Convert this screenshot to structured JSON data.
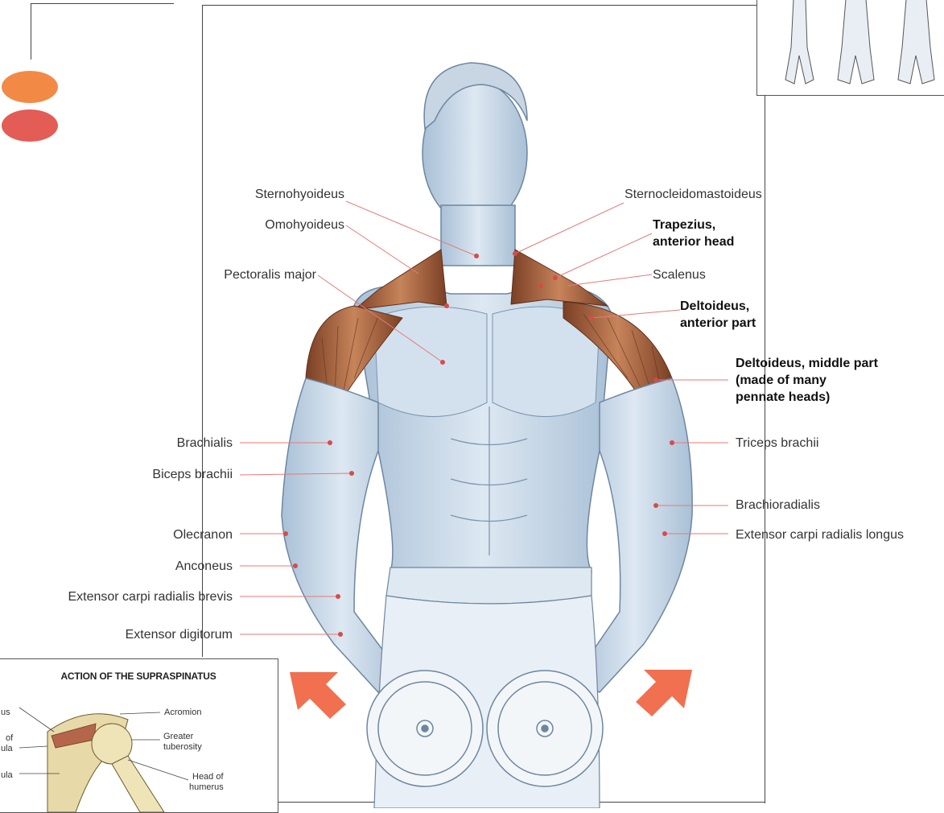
{
  "markers": {
    "top_color": "#f28a46",
    "bottom_color": "#e35c55"
  },
  "labels_left": [
    "Sternohyoideus",
    "Omohyoideus",
    "Pectoralis major",
    "Brachialis",
    "Biceps brachii",
    "Olecranon",
    "Anconeus",
    "Extensor carpi radialis brevis",
    "Extensor digitorum"
  ],
  "labels_right": [
    "Sternocleidomastoideus",
    "Trapezius,",
    "anterior head",
    "Scalenus",
    "Deltoideus,",
    "anterior part",
    "Deltoideus, middle part",
    "(made of many",
    "pennate heads)",
    "Triceps brachii",
    "Brachioradialis",
    "Extensor carpi radialis longus"
  ],
  "inset": {
    "title": "ACTION OF THE SUPRASPINATUS",
    "labels": [
      "us",
      "of",
      "ula",
      "ula",
      "Acromion",
      "Greater",
      "tuberosity",
      "Head of",
      "humerus"
    ]
  },
  "colors": {
    "skin": "#c9d9e8",
    "skin_shadow": "#8fa9c3",
    "muscle_red": "#b56a45",
    "arrow": "#f07050"
  }
}
